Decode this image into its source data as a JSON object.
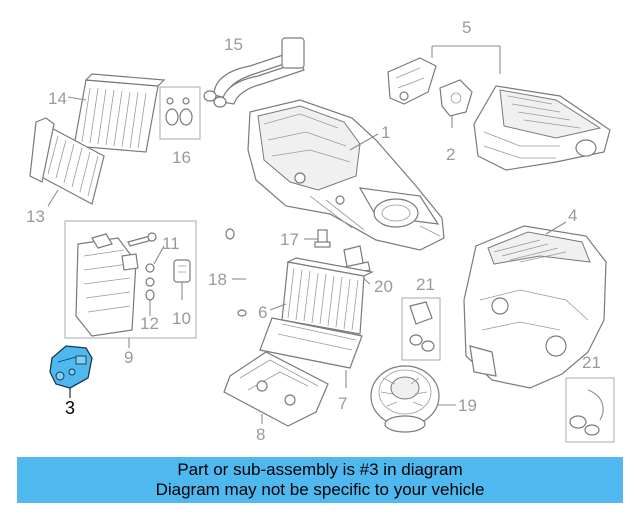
{
  "diagram": {
    "callouts": {
      "c1": "1",
      "c2": "2",
      "c3": "3",
      "c4": "4",
      "c5": "5",
      "c6": "6",
      "c7": "7",
      "c8": "8",
      "c9": "9",
      "c10": "10",
      "c11": "11",
      "c12": "12",
      "c13": "13",
      "c14": "14",
      "c15": "15",
      "c16": "16",
      "c17": "17",
      "c18": "18",
      "c19": "19",
      "c20": "20",
      "c21a": "21",
      "c21b": "21"
    },
    "highlight_color": "#4fb8ef"
  },
  "banner": {
    "line1": "Part or sub-assembly is #3 in diagram",
    "line2": "Diagram may not be specific to your vehicle",
    "background": "#4fb8ef"
  }
}
